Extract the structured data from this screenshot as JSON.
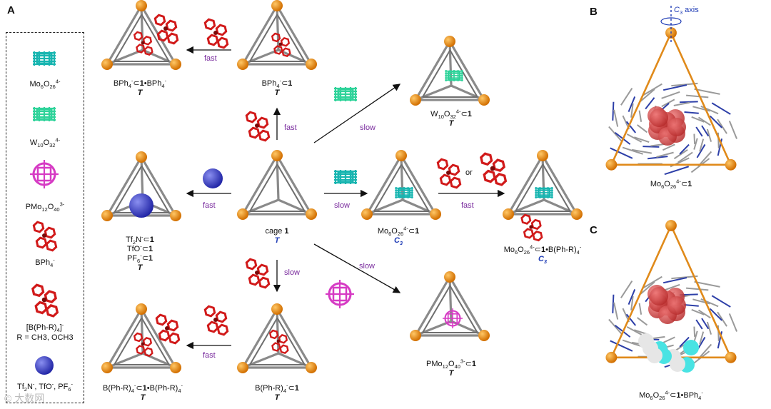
{
  "panels": {
    "a": "A",
    "b": "B",
    "c": "C"
  },
  "legend": {
    "mo6": "Mo6O26(4-)",
    "w10": "W10O32(4-)",
    "pmo12": "PMo12O40(3-)",
    "bph4": "BPh4(-)",
    "bphr": "[B(Ph-R)4](-)",
    "r_def": "R = CH3, OCH3",
    "anions": "Tf2N(-), TfO(-), PF6(-)"
  },
  "nodes": {
    "center": {
      "line1": "cage 1",
      "sym": "T"
    },
    "top_mid": {
      "line1": "BPh4(-)⊂1",
      "sym": "T"
    },
    "top_left": {
      "line1": "BPh4(-)⊂1•BPh4(-)",
      "sym": "T"
    },
    "upper_right": {
      "line1": "W10O32(4-)⊂1",
      "sym": "T"
    },
    "mid_left": {
      "line1": "Tf2N(-)⊂1",
      "line2": "TfO(-)⊂1",
      "line3": "PF6(-)⊂1",
      "sym": "T"
    },
    "mid_right": {
      "line1": "Mo6O26(4-)⊂1",
      "sym": "C3"
    },
    "far_right": {
      "line1": "Mo6O26(4-)⊂1•B(Ph-R)4(-)",
      "sym": "C3"
    },
    "bottom_mid": {
      "line1": "B(Ph-R)4(-)⊂1",
      "sym": "T"
    },
    "bottom_left": {
      "line1": "B(Ph-R)4(-)⊂1•B(Ph-R)4(-)",
      "sym": "T"
    },
    "lower_right": {
      "line1": "PMo12O40(3-)⊂1",
      "sym": "T"
    }
  },
  "rates": {
    "top": "fast",
    "up": "fast",
    "w10": "slow",
    "left": "fast",
    "mo6": "slow",
    "or": "or",
    "bphr_right": "fast",
    "down": "slow",
    "pmo12": "slow",
    "bottom_left": "fast"
  },
  "side_panels": {
    "b_caption": "Mo6O26(4-)⊂1",
    "c_caption": "Mo6O26(4-)⊂1•BPh4(-)",
    "axis": "C3 axis"
  },
  "watermark": "© 大数网",
  "colors": {
    "cage_node": "#e8890f",
    "cage_edge": "#8a8a8a",
    "bph4": "#d11a1a",
    "mo6": "#17b5b0",
    "w10": "#2fd39a",
    "pmo12": "#d63bc4",
    "sphere": "#3b40c9",
    "rate_text": "#7a2c9e",
    "symmetry_blue": "#1f3cb5"
  }
}
